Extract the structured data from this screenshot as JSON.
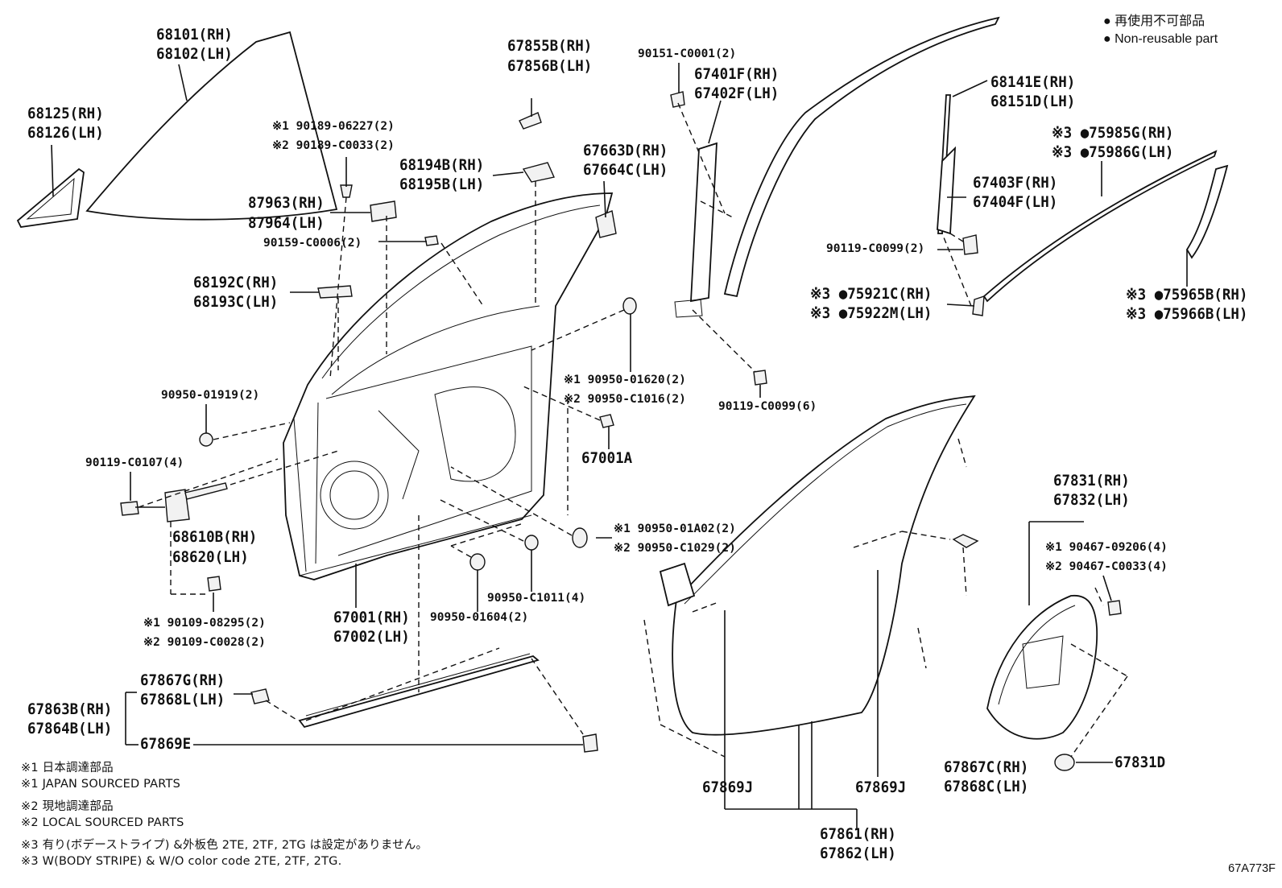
{
  "legend": {
    "items": [
      {
        "symbol": "●",
        "text": "再使用不可部品"
      },
      {
        "symbol": "●",
        "text": "Non-reusable part"
      }
    ]
  },
  "labels": {
    "p68101_rh": "68101(RH)",
    "p68102_lh": "68102(LH)",
    "p68125_rh": "68125(RH)",
    "p68126_lh": "68126(LH)",
    "p90189a": "※1 90189-06227(2)",
    "p90189b": "※2 90189-C0033(2)",
    "p67855_rh": "67855B(RH)",
    "p67856_lh": "67856B(LH)",
    "p68194_rh": "68194B(RH)",
    "p68195_lh": "68195B(LH)",
    "p67663_rh": "67663D(RH)",
    "p67664_lh": "67664C(LH)",
    "p87963_rh": "87963(RH)",
    "p87964_lh": "87964(LH)",
    "p90159": "90159-C0006(2)",
    "p68192_rh": "68192C(RH)",
    "p68193_lh": "68193C(LH)",
    "p90950_01620": "※1 90950-01620(2)",
    "p90950_c1016": "※2 90950-C1016(2)",
    "p90950_01919": "90950-01919(2)",
    "p67001a": "67001A",
    "p90119_c0107": "90119-C0107(4)",
    "p68610_rh": "68610B(RH)",
    "p68620_lh": "68620(LH)",
    "p90950_01a02": "※1 90950-01A02(2)",
    "p90950_c1029": "※2 90950-C1029(2)",
    "p90950_c1011": "90950-C1011(4)",
    "p90950_01604": "90950-01604(2)",
    "p67001_rh": "67001(RH)",
    "p67002_lh": "67002(LH)",
    "p90109_08295": "※1 90109-08295(2)",
    "p90109_c0028": "※2 90109-C0028(2)",
    "p67867g_rh": "67867G(RH)",
    "p67868l_lh": "67868L(LH)",
    "p67863_rh": "67863B(RH)",
    "p67864_lh": "67864B(LH)",
    "p67869e": "67869E",
    "p90151": "90151-C0001(2)",
    "p67401_rh": "67401F(RH)",
    "p67402_lh": "67402F(LH)",
    "p68141_rh": "68141E(RH)",
    "p68151_lh": "68151D(LH)",
    "p75985_rh": "※3 ●75985G(RH)",
    "p75986_lh": "※3 ●75986G(LH)",
    "p67403_rh": "67403F(RH)",
    "p67404_lh": "67404F(LH)",
    "p90119_c0099_2": "90119-C0099(2)",
    "p75921_rh": "※3 ●75921C(RH)",
    "p75922_lh": "※3 ●75922M(LH)",
    "p75965_rh": "※3 ●75965B(RH)",
    "p75966_lh": "※3 ●75966B(LH)",
    "p90119_c0099_6": "90119-C0099(6)",
    "p67831_rh": "67831(RH)",
    "p67832_lh": "67832(LH)",
    "p90467_09206": "※1 90467-09206(4)",
    "p90467_c0033": "※2 90467-C0033(4)",
    "p67831d": "67831D",
    "p67869j_a": "67869J",
    "p67869j_b": "67869J",
    "p67867c_rh": "67867C(RH)",
    "p67868c_lh": "67868C(LH)",
    "p67861_rh": "67861(RH)",
    "p67862_lh": "67862(LH)"
  },
  "notes": [
    "※1 日本調達部品",
    "※1 JAPAN SOURCED PARTS",
    "※2 現地調達部品",
    "※2 LOCAL SOURCED PARTS",
    "※3 有り(ボデーストライプ) &外板色 2TE, 2TF, 2TG は設定がありません。",
    "※3 W(BODY STRIPE) & W/O color code 2TE, 2TF, 2TG."
  ],
  "diagram_code": "67A773F"
}
